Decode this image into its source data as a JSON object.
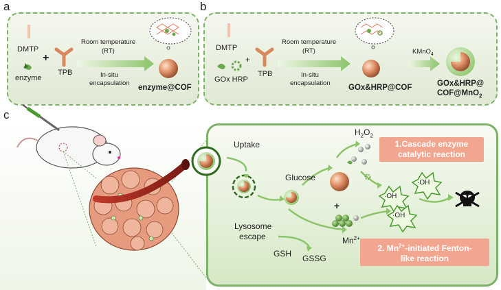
{
  "panels": {
    "a": "a",
    "b": "b",
    "c": "c"
  },
  "panel_a": {
    "dmtp": "DMTP",
    "plus": "+",
    "enzyme": "enzyme",
    "tpb": "TPB",
    "conditions_top": "Room temperature",
    "conditions_rt": "(RT)",
    "conditions_bottom1": "In-situ",
    "conditions_bottom2": "encapsulation",
    "product": "enzyme@COF"
  },
  "panel_b": {
    "dmtp": "DMTP",
    "plus": "+",
    "enzymes": "GOx HRP",
    "tpb": "TPB",
    "conditions_top": "Room temperature",
    "conditions_rt": "(RT)",
    "conditions_bottom1": "In-situ",
    "conditions_bottom2": "encapsulation",
    "product1": "GOx&HRP@COF",
    "reagent": "KMnO",
    "reagent_sub": "4",
    "product2_line1": "GOx&HRP@",
    "product2_line2": "COF@MnO",
    "product2_sub": "2"
  },
  "panel_c": {
    "uptake": "Uptake",
    "lysosome_line1": "Lysosome",
    "lysosome_line2": "escape",
    "glucose": "Glucose",
    "h2o2_h": "H",
    "h2o2_sub1": "2",
    "h2o2_o": "O",
    "h2o2_sub2": "2",
    "plus": "+",
    "mn": "Mn",
    "mn_sup": "2+",
    "gsh": "GSH",
    "gssg": "GSSG",
    "oh1": "·OH",
    "oh2": "·OH",
    "oh3": "·OH",
    "reaction1_line1": "1.Cascade enzyme",
    "reaction1_line2": "catalytic reaction",
    "reaction2_line1": "2. Mn",
    "reaction2_sup": "2+",
    "reaction2_line1b": "-initiated Fenton-",
    "reaction2_line2": "like reaction"
  },
  "colors": {
    "box_border": "#7fb069",
    "pill": "#f3a68f",
    "nanoparticle": "#d9885e",
    "arrow_green": "#8cc46a",
    "tumor": "#e69a7e"
  }
}
